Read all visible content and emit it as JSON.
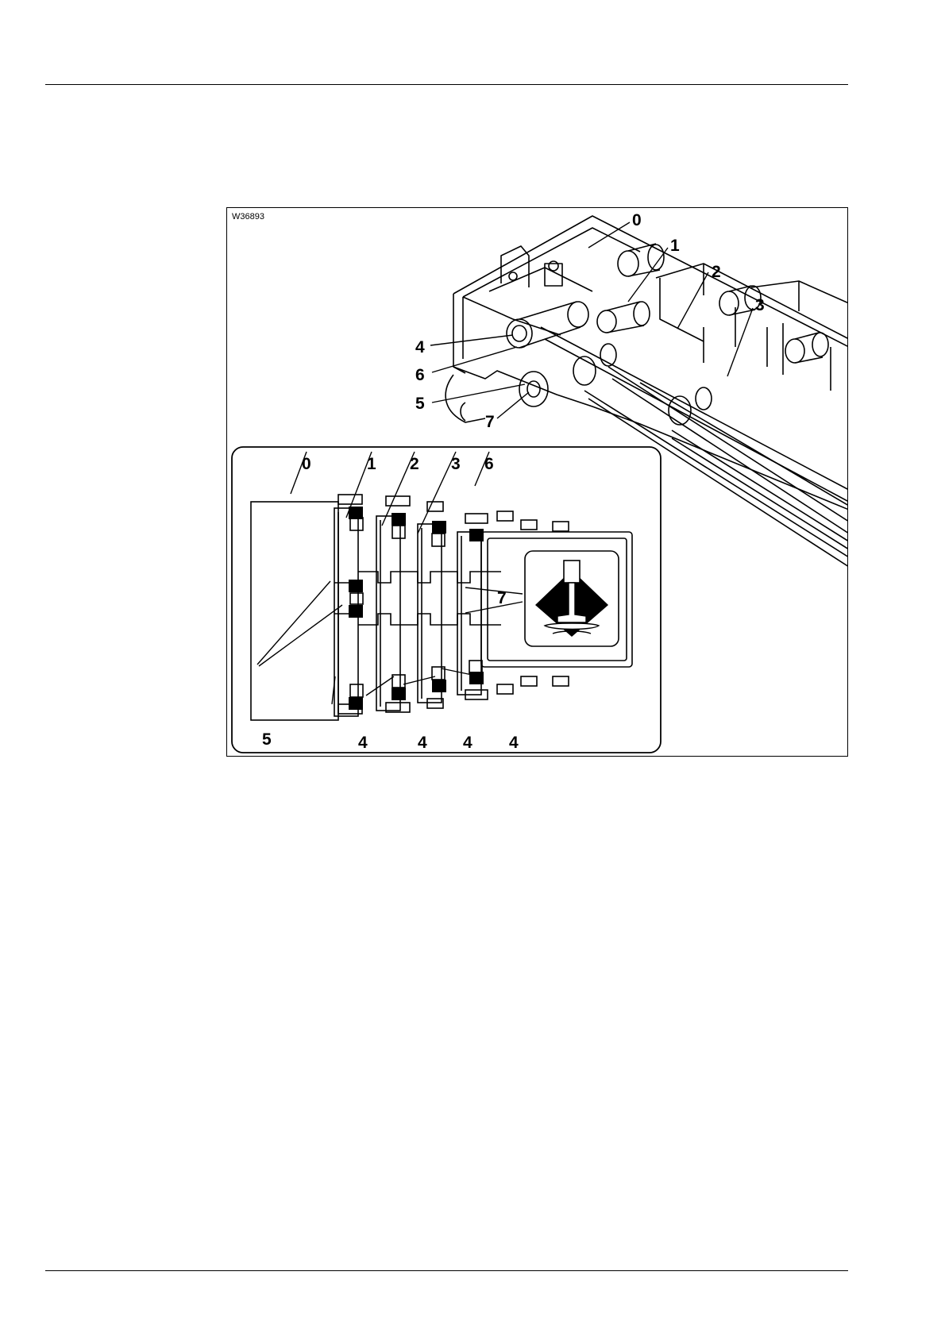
{
  "figure": {
    "id": "W36893",
    "callouts_photo": [
      "0",
      "1",
      "2",
      "3",
      "4",
      "6",
      "5",
      "7"
    ],
    "callouts_inset": {
      "top": [
        "0",
        "1",
        "2",
        "3",
        "6"
      ],
      "middle": "7",
      "bottom_left": "5",
      "bottom": [
        "4",
        "4",
        "4",
        "4"
      ]
    }
  }
}
